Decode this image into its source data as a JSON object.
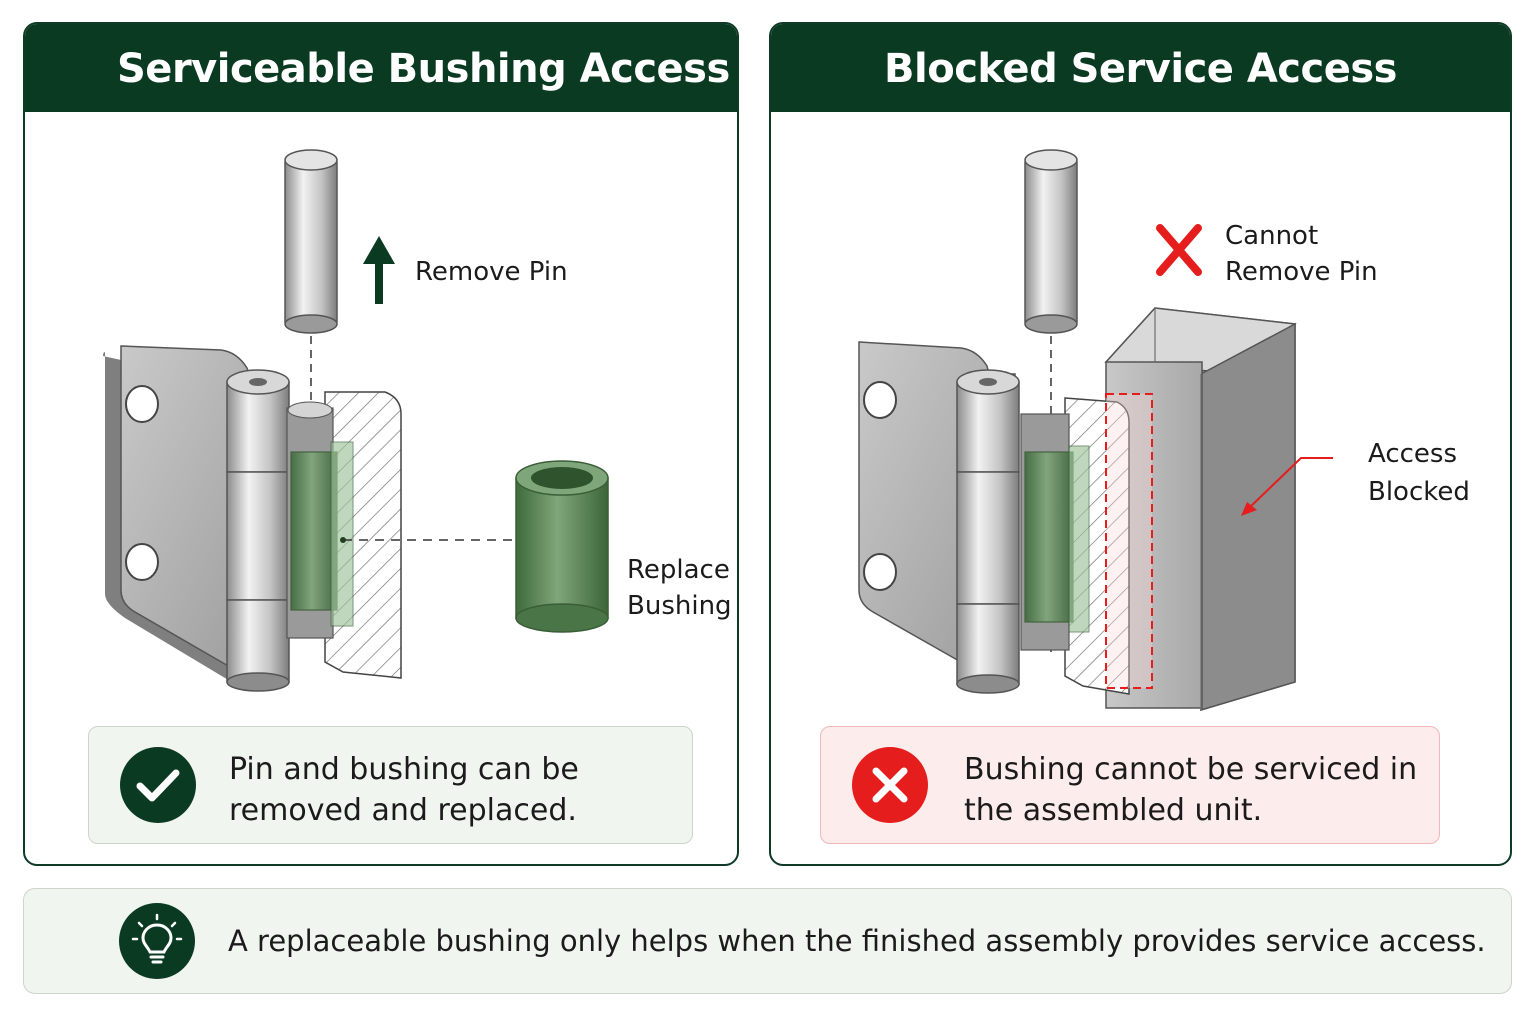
{
  "left_panel": {
    "title": "Serviceable Bushing Access",
    "labels": {
      "remove_pin": "Remove Pin",
      "replace_line1": "Replace",
      "replace_line2": "Bushing"
    },
    "callout": {
      "status": "success",
      "text": "Pin and bushing can be removed and replaced."
    }
  },
  "right_panel": {
    "title": "Blocked Service Access",
    "labels": {
      "cannot_line1": "Cannot",
      "cannot_line2": "Remove Pin",
      "access_line1": "Access",
      "access_line2": "Blocked"
    },
    "callout": {
      "status": "error",
      "text": "Bushing cannot be serviced in the assembled unit."
    }
  },
  "tip": {
    "icon": "lightbulb-icon",
    "text": "A replaceable bushing only helps when the finished assembly provides service access."
  },
  "colors": {
    "header": "#0b3a22",
    "bushing": "#5e8a5a",
    "error": "#e51d1d",
    "steel": "#b8b8b8"
  }
}
